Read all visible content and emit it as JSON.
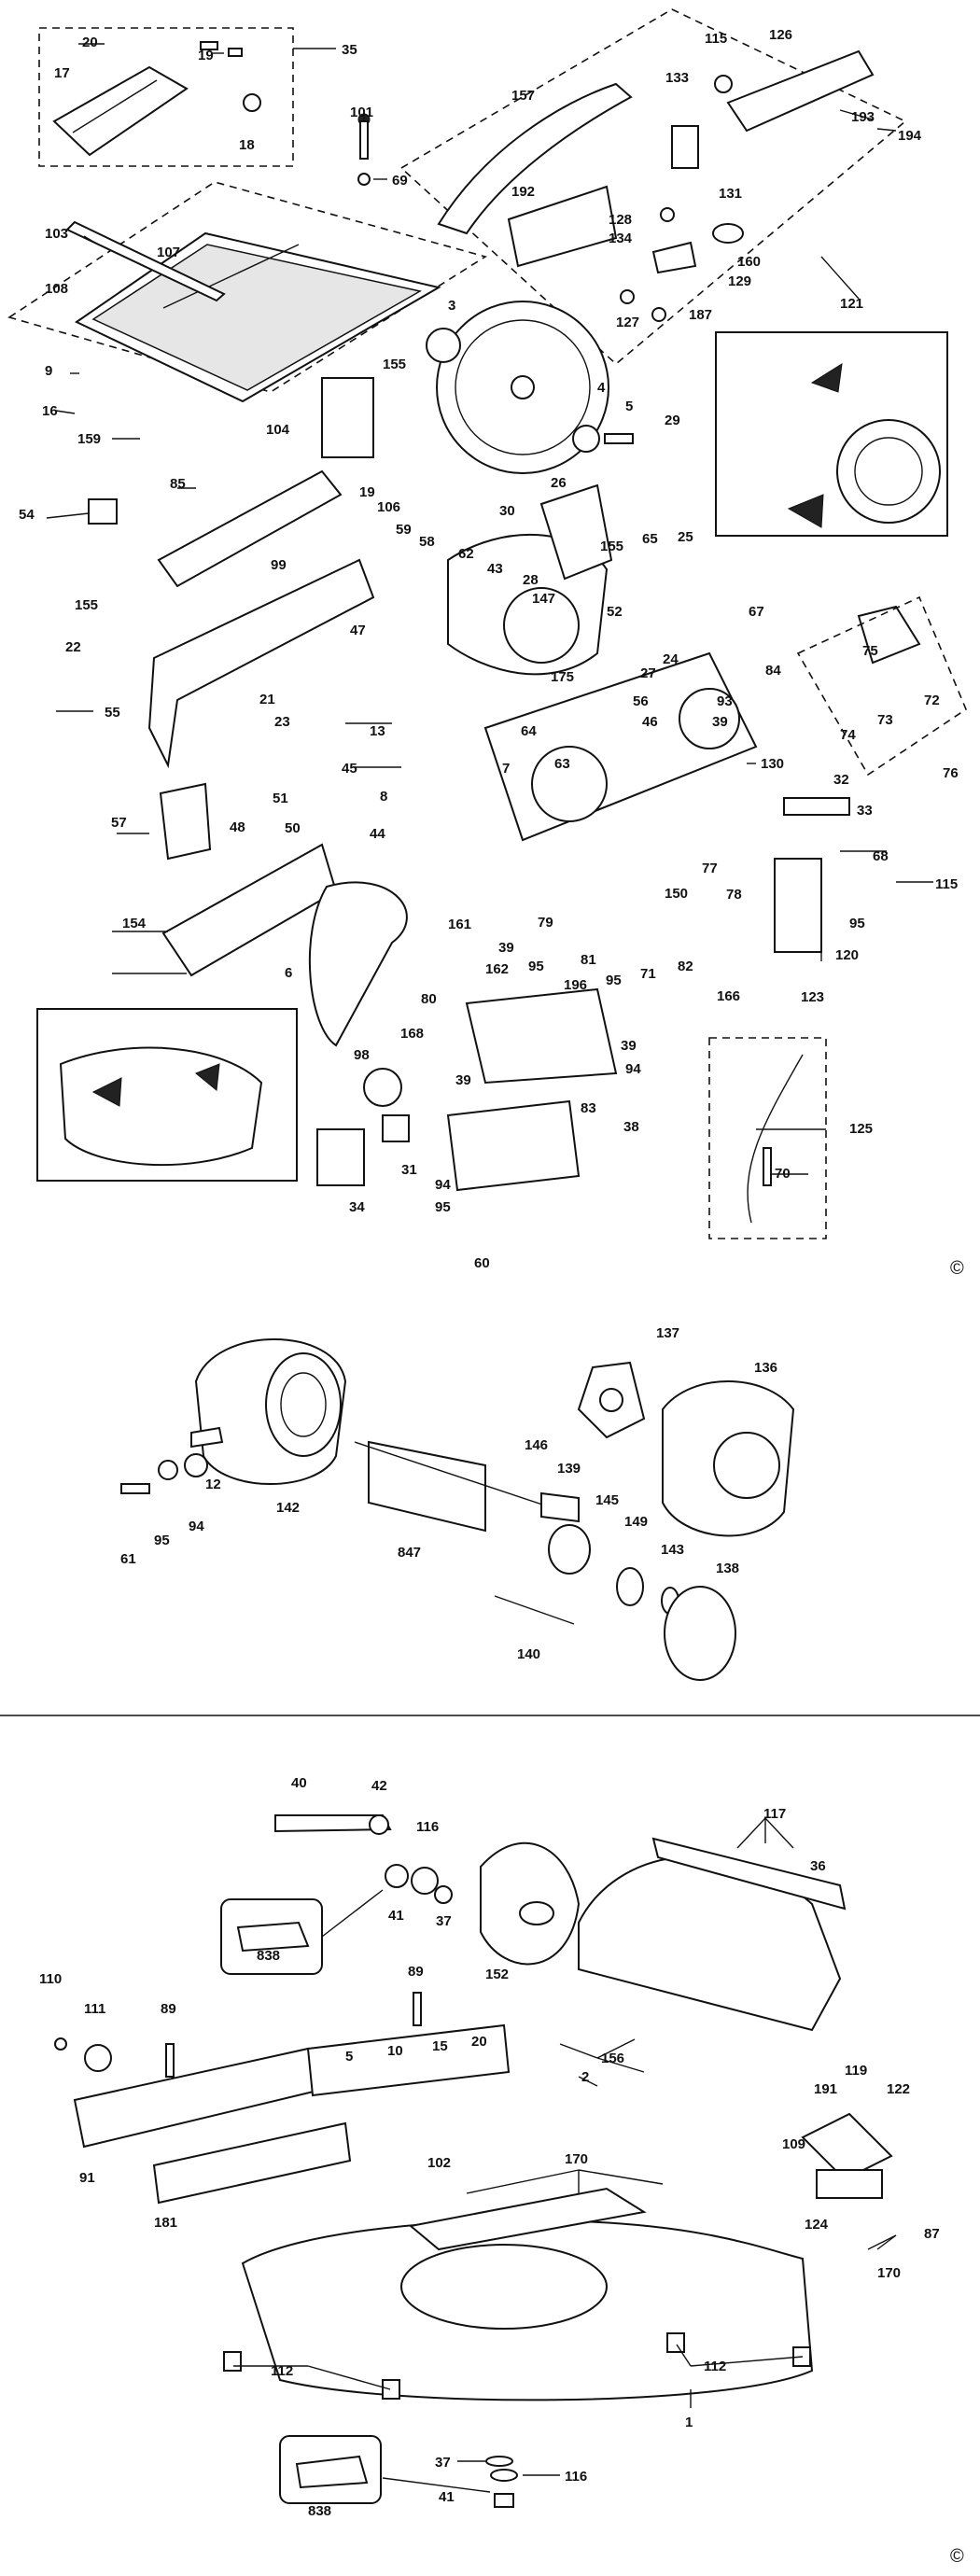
{
  "copyright_symbol": "©",
  "labels": {
    "l20": "20",
    "l19": "19",
    "l17": "17",
    "l18": "18",
    "l35": "35",
    "l101": "101",
    "l69": "69",
    "l157": "157",
    "l115a": "115",
    "l126": "126",
    "l133": "133",
    "l193": "193",
    "l194": "194",
    "l192": "192",
    "l128": "128",
    "l134": "134",
    "l131": "131",
    "l160": "160",
    "l129": "129",
    "l127": "127",
    "l187": "187",
    "l121": "121",
    "l103": "103",
    "l107": "107",
    "l108": "108",
    "l3": "3",
    "l9": "9",
    "l155a": "155",
    "l16": "16",
    "l159": "159",
    "l4": "4",
    "l5": "5",
    "l104": "104",
    "l29": "29",
    "l85": "85",
    "l19b": "19",
    "l106": "106",
    "l26": "26",
    "l54": "54",
    "l30": "30",
    "l65": "65",
    "l25": "25",
    "l59": "59",
    "l58": "58",
    "l62": "62",
    "l99": "99",
    "l28": "28",
    "l155b": "155",
    "l43": "43",
    "l147": "147",
    "l52": "52",
    "l67": "67",
    "l155c": "155",
    "l24": "24",
    "l47": "47",
    "l22": "22",
    "l175": "175",
    "l27": "27",
    "l84": "84",
    "l56": "56",
    "l93": "93",
    "l75": "75",
    "l72": "72",
    "l55": "55",
    "l21": "21",
    "l23": "23",
    "l46": "46",
    "l39a": "39",
    "l74": "74",
    "l73": "73",
    "l64": "64",
    "l13": "13",
    "l63": "63",
    "l45": "45",
    "l130": "130",
    "l76": "76",
    "l51": "51",
    "l7": "7",
    "l32": "32",
    "l8": "8",
    "l48": "48",
    "l50": "50",
    "l33": "33",
    "l57": "57",
    "l44": "44",
    "l68": "68",
    "l77": "77",
    "l115b": "115",
    "l150": "150",
    "l78": "78",
    "l95a": "95",
    "l154": "154",
    "l161": "161",
    "l79": "79",
    "l120": "120",
    "l39b": "39",
    "l95b": "95",
    "l81": "81",
    "l71": "71",
    "l82": "82",
    "l166": "166",
    "l123": "123",
    "l6": "6",
    "l162": "162",
    "l196": "196",
    "l95c": "95",
    "l80": "80",
    "l168": "168",
    "l39c": "39",
    "l94a": "94",
    "l98": "98",
    "l39d": "39",
    "l83": "83",
    "l38": "38",
    "l125": "125",
    "l31": "31",
    "l94b": "94",
    "l70": "70",
    "l34": "34",
    "l95d": "95",
    "l60": "60",
    "l137": "137",
    "l136": "136",
    "l146": "146",
    "l139": "139",
    "l12": "12",
    "l142": "142",
    "l145": "145",
    "l149": "149",
    "l61": "61",
    "l95e": "95",
    "l94c": "94",
    "l847": "847",
    "l143": "143",
    "l138": "138",
    "l140": "140",
    "l40": "40",
    "l42": "42",
    "l116a": "116",
    "l117": "117",
    "l36": "36",
    "l41a": "41",
    "l37a": "37",
    "l838a": "838",
    "l152": "152",
    "l89a": "89",
    "l110": "110",
    "l111": "111",
    "l89b": "89",
    "l156": "156",
    "l2": "2",
    "l191": "191",
    "l119": "119",
    "l122": "122",
    "l109": "109",
    "l91": "91",
    "l102": "102",
    "l170a": "170",
    "l124": "124",
    "l181": "181",
    "l87": "87",
    "l170b": "170",
    "l112a": "112",
    "l112b": "112",
    "l1": "1",
    "l37b": "37",
    "l116b": "116",
    "l41b": "41",
    "l838b": "838"
  },
  "scale_ticks": [
    "5",
    "10",
    "15",
    "20"
  ]
}
